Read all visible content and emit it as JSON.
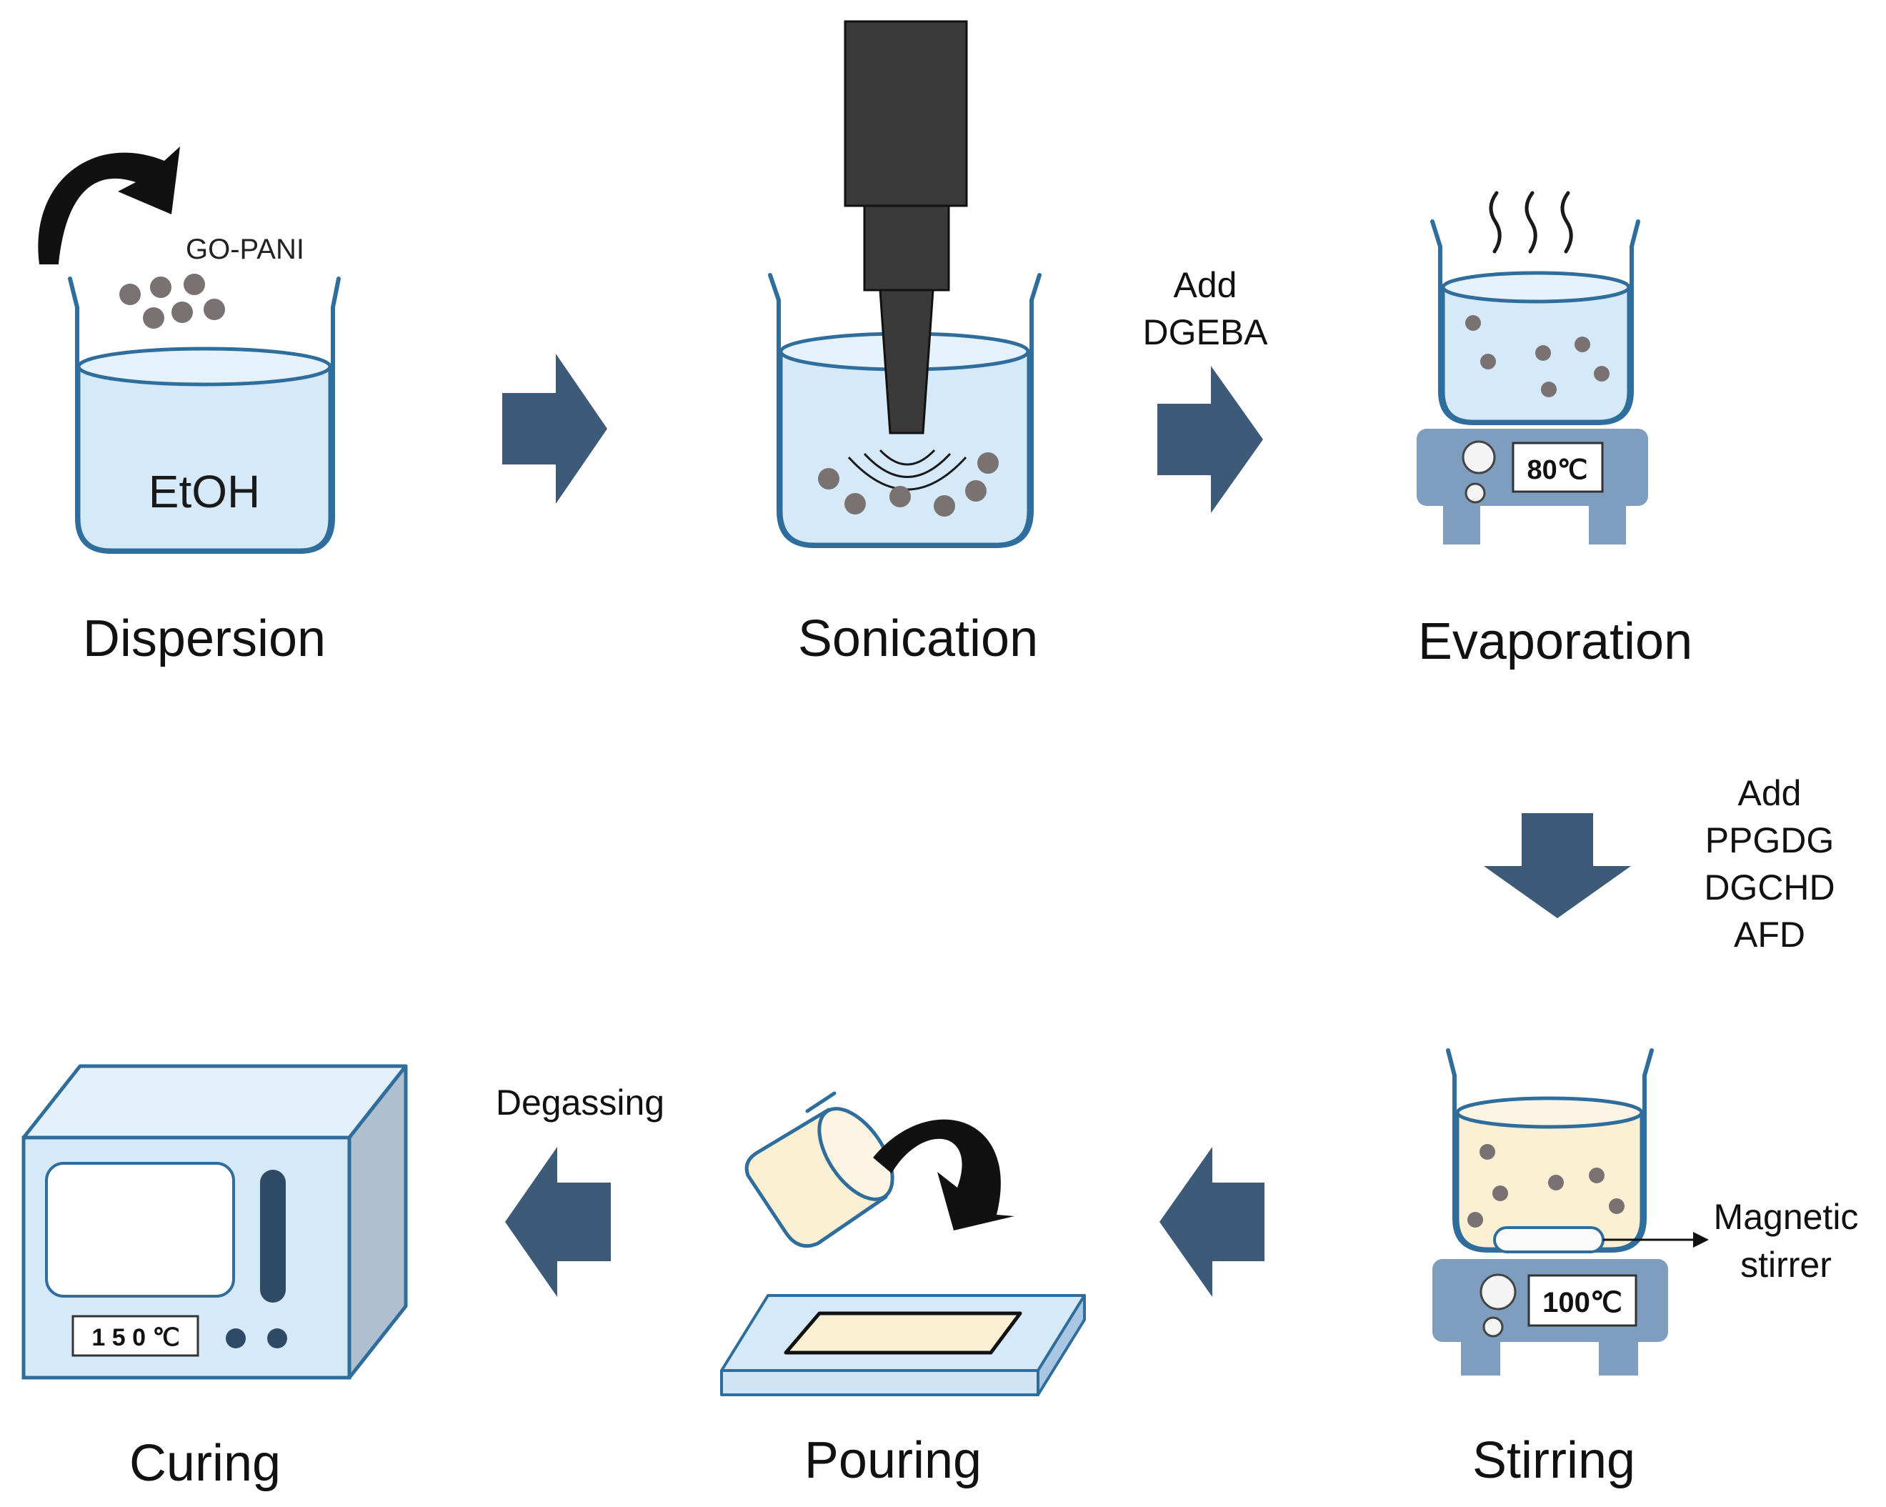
{
  "steps": {
    "dispersion": "Dispersion",
    "sonication": "Sonication",
    "evaporation": "Evaporation",
    "stirring": "Stirring",
    "pouring": "Pouring",
    "curing": "Curing"
  },
  "labels": {
    "go_pani": "GO-PANI",
    "etoh": "EtOH",
    "add_dgeba": [
      "Add",
      "DGEBA"
    ],
    "add_hardeners": [
      "Add",
      "PPGDG",
      "DGCHD",
      "AFD"
    ],
    "degassing": "Degassing",
    "magnetic_stirrer": [
      "Magnetic",
      "stirrer"
    ]
  },
  "displays": {
    "evaporation_temp": "80℃",
    "stirring_temp": "100℃",
    "curing_temp": "1 5 0 ℃"
  },
  "colors": {
    "arrow": "#3d5a78",
    "beaker_outline": "#2f6e9c",
    "water": "#d6e9f8",
    "resin": "#fcf0d4",
    "particle": "#7a7272",
    "hotplate": "#7f9dbf",
    "sonicator": "#3a3a3a"
  }
}
